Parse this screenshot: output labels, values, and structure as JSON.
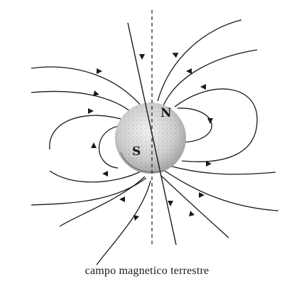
{
  "diagram": {
    "north_pole_label": "N",
    "south_pole_label": "S",
    "caption": "campo magnetico terrestre",
    "line_color": "#1a1a1a",
    "earth_fill": "#d6d6d6"
  }
}
